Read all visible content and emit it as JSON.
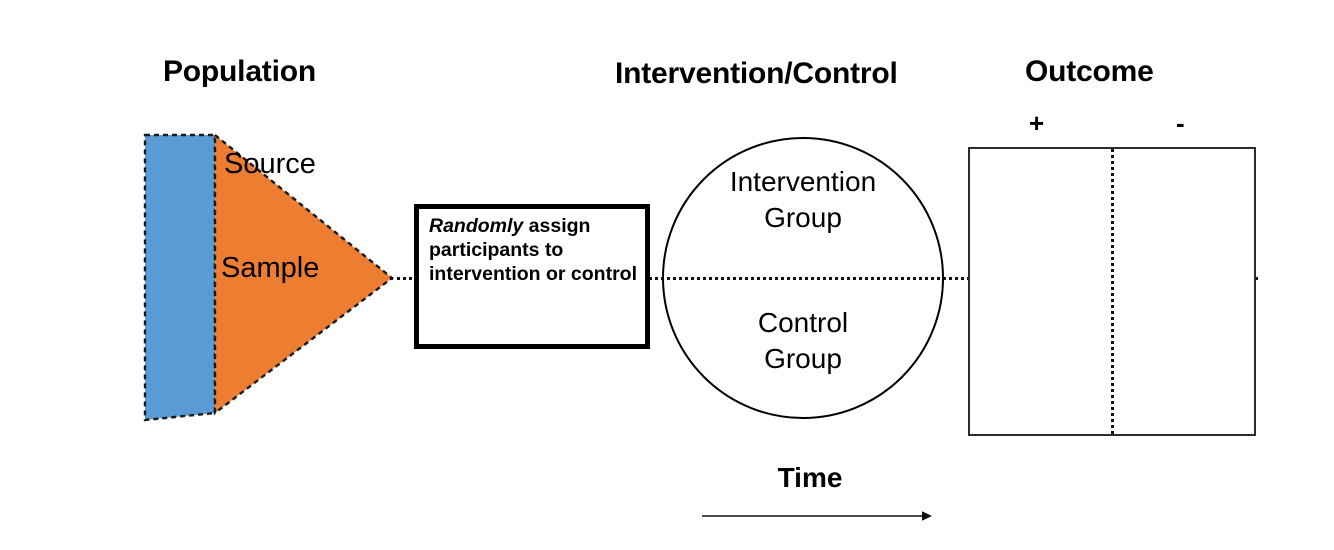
{
  "diagram": {
    "title": "Randomized Controlled Trial schematic",
    "headings": {
      "population": "Population",
      "intervention_control": "Intervention/Control",
      "outcome": "Outcome"
    },
    "funnel": {
      "source_label": "Source",
      "sample_label": "Sample",
      "source_color": "#5B9BD5",
      "sample_color": "#ED7D31",
      "outline_color": "#1a1a1a"
    },
    "randomize_box": {
      "emphasis_word": "Randomly",
      "rest_text": " assign participants to intervention or control",
      "full_text": "Randomly assign participants to intervention or control",
      "border_color": "#000000"
    },
    "groups": {
      "intervention": "Intervention\nGroup",
      "intervention_line1": "Intervention",
      "intervention_line2": "Group",
      "control_line1": "Control",
      "control_line2": "Group",
      "circle_stroke": "#000000"
    },
    "outcome": {
      "column_headers": [
        "+",
        "-"
      ],
      "positive_header": "+",
      "negative_header": "-",
      "cells": [
        {
          "row": "intervention",
          "column": "+",
          "value": ""
        },
        {
          "row": "intervention",
          "column": "-",
          "value": ""
        },
        {
          "row": "control",
          "column": "+",
          "value": ""
        },
        {
          "row": "control",
          "column": "-",
          "value": ""
        }
      ],
      "grid_stroke": "#2b2b2b",
      "divider_style": "dotted"
    },
    "time_axis": {
      "label": "Time",
      "direction": "left-to-right",
      "arrow_color": "#111111"
    },
    "baseline": {
      "style": "dotted",
      "color": "#111111"
    }
  }
}
